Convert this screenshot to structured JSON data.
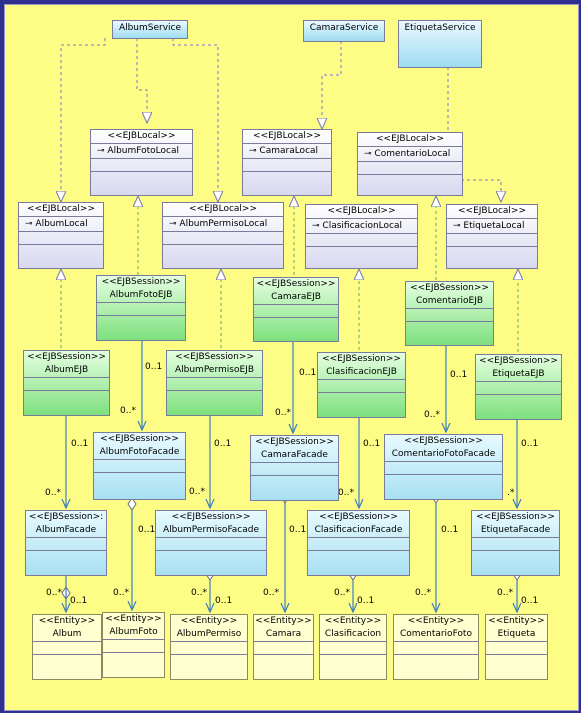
{
  "services": [
    "AlbumService",
    "CamaraService",
    "EtiquetaService"
  ],
  "stereotypes": {
    "local": "<<EJBLocal>>",
    "session": "<<EJBSession>>",
    "session_cut": "<<EJBSession>:",
    "entity": "<<Entity>>"
  },
  "locals": {
    "album": "AlbumLocal",
    "album_foto": "AlbumFotoLocal",
    "album_permiso": "AlbumPermisoLocal",
    "camara": "CamaraLocal",
    "clasificacion": "ClasificacionLocal",
    "comentario": "ComentarioLocal",
    "etiqueta": "EtiquetaLocal"
  },
  "ejbs": {
    "album": "AlbumEJB",
    "album_foto": "AlbumFotoEJB",
    "album_permiso": "AlbumPermisoEJB",
    "camara": "CamaraEJB",
    "clasificacion": "ClasificacionEJB",
    "comentario": "ComentarioEJB",
    "etiqueta": "EtiquetaEJB"
  },
  "facades": {
    "album": "AlbumFacade",
    "album_foto": "AlbumFotoFacade",
    "album_permiso": "AlbumPermisoFacade",
    "camara": "CamaraFacade",
    "clasificacion": "ClasificacionFacade",
    "comentario_foto": "ComentarioFotoFacade",
    "etiqueta": "EtiquetaFacade"
  },
  "entities": [
    "Album",
    "AlbumFoto",
    "AlbumPermiso",
    "Camara",
    "Clasificacion",
    "ComentarioFoto",
    "Etiqueta"
  ],
  "multiplicity": {
    "one": "0..1",
    "many": "0..*",
    "many_cut": ".*"
  },
  "op_icon": "operation-icon"
}
